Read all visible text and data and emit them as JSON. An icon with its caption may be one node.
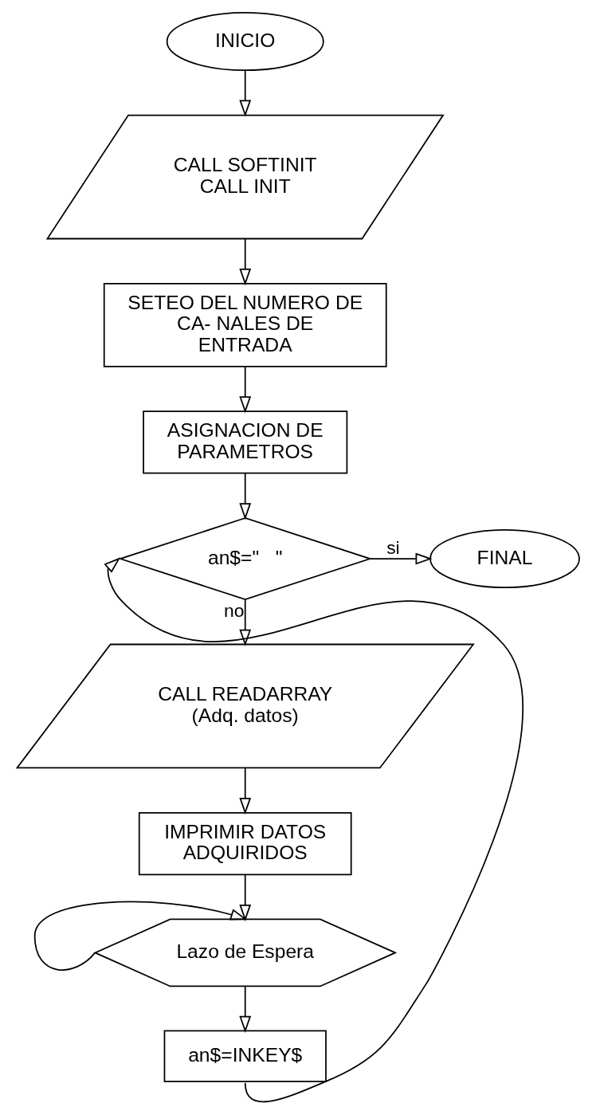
{
  "diagram": {
    "nodes": [
      {
        "text": [
          "INICIO"
        ]
      },
      {
        "text": [
          "CALL SOFTINIT CALL INIT"
        ]
      },
      {
        "text": [
          "SETEO DEL NUMERO DE CA- NALES DE ENTRADA"
        ]
      },
      {
        "text": [
          "ASIGNACION DE PARAMETROS"
        ]
      },
      {
        "text": [
          "an$=\"   \""
        ]
      },
      {
        "text": [
          "FINAL"
        ]
      },
      {
        "text": [
          "CALL READARRAY (Adq. datos)"
        ]
      },
      {
        "text": [
          "IMPRIMIR DATOS ADQUIRIDOS"
        ]
      },
      {
        "text": [
          "Lazo de Espera"
        ]
      },
      {
        "text": [
          "an$=INKEY$"
        ]
      }
    ],
    "edges": [
      {
        "from": 0,
        "to": 1,
        "arrow": "to"
      },
      {
        "from": 1,
        "to": 2,
        "arrow": "to"
      },
      {
        "from": 2,
        "to": 3,
        "arrow": "to"
      },
      {
        "from": 3,
        "to": 4,
        "arrow": "to"
      },
      {
        "from": 4,
        "to": 5,
        "label": "si",
        "arrow": "to"
      },
      {
        "from": 4,
        "to": 6,
        "label": "no",
        "arrow": "to"
      },
      {
        "from": 6,
        "to": 7,
        "arrow": "to"
      },
      {
        "from": 7,
        "to": 8,
        "arrow": "to"
      },
      {
        "from": 8,
        "to": 8,
        "arrow": "to"
      },
      {
        "from": 8,
        "to": 9,
        "arrow": "to"
      },
      {
        "from": 9,
        "to": 4,
        "arrow": "to"
      }
    ]
  }
}
